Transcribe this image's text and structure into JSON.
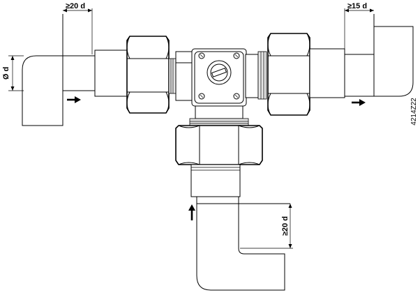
{
  "dimensions": {
    "left_upstream": "≥20 d",
    "right_downstream": "≥15 d",
    "bottom_upstream": "≥20 d",
    "diameter": "Ø d"
  },
  "code": "4214Z22",
  "colors": {
    "line": "#000000",
    "background": "#ffffff"
  }
}
